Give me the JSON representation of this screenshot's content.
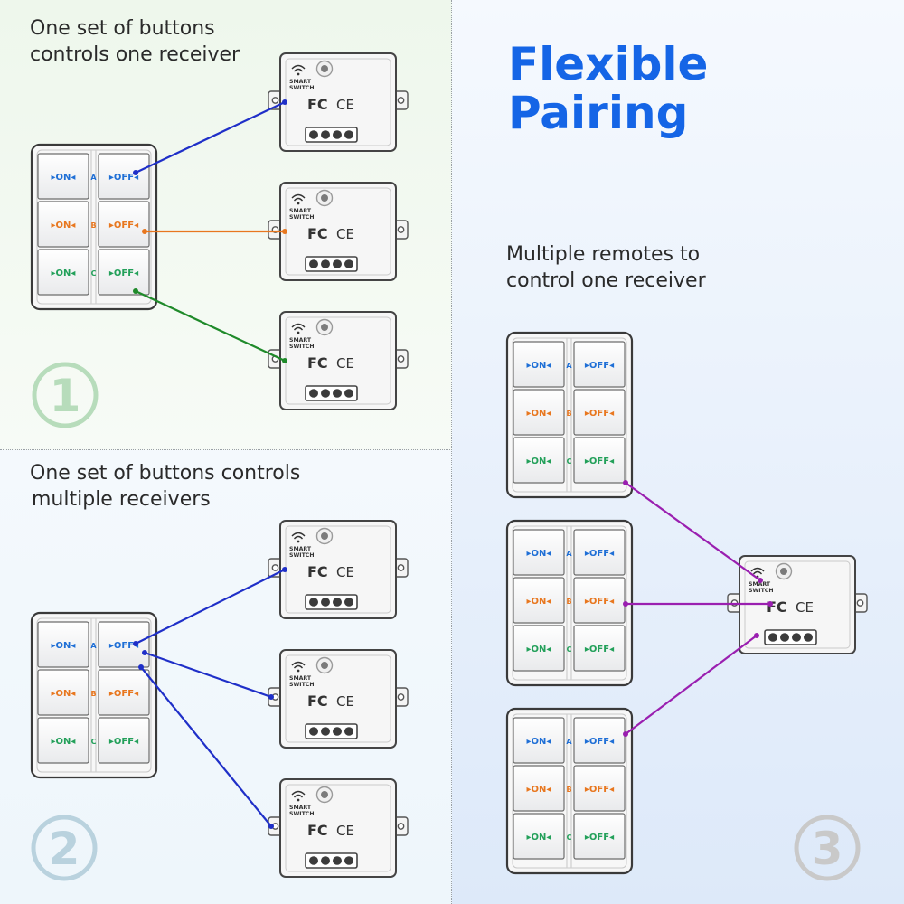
{
  "title": {
    "line1": "Flexible",
    "line2": "Pairing"
  },
  "panel1": {
    "caption_line1": "One set of buttons",
    "caption_line2": "controls one receiver",
    "number": "1"
  },
  "panel2": {
    "caption_line1": "One set of buttons controls",
    "caption_line2": "multiple receivers",
    "number": "2"
  },
  "panel3": {
    "caption_line1": "Multiple remotes to",
    "caption_line2": "control one receiver",
    "number": "3"
  },
  "remote": {
    "rows": [
      {
        "on": "ON",
        "letter": "A",
        "off": "OFF",
        "color": "#1f6fd6"
      },
      {
        "on": "ON",
        "letter": "B",
        "off": "OFF",
        "color": "#e8771f"
      },
      {
        "on": "ON",
        "letter": "C",
        "off": "OFF",
        "color": "#23a05a"
      }
    ]
  },
  "receiver": {
    "label_line1": "SMART",
    "label_line2": "SWITCH",
    "cert1": "FC",
    "cert2": "CE"
  },
  "colors": {
    "blue_line": "#1f2fc8",
    "orange_line": "#e8771f",
    "green_line": "#1f8a2a",
    "purple_line": "#9a1fb0",
    "title": "#1565e6"
  }
}
